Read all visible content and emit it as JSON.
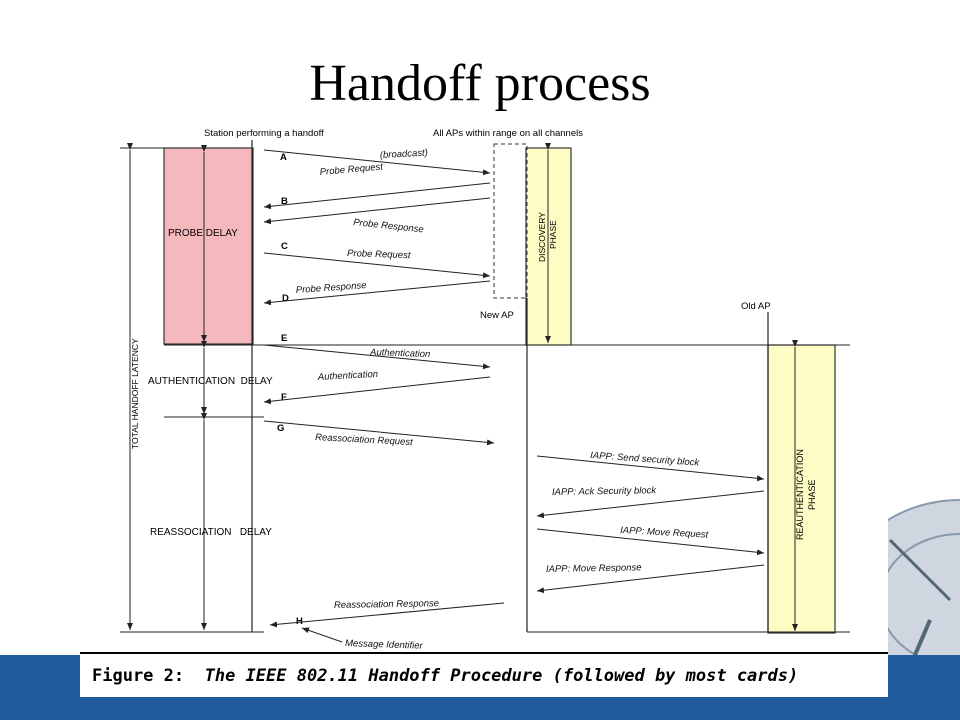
{
  "slide": {
    "title": "Handoff process"
  },
  "colors": {
    "footer_band": "#1f5a9c",
    "probe_delay_fill": "#f5b8bc",
    "phase_fill": "#fdfcc4",
    "line": "#222222"
  },
  "figure": {
    "header_station": "Station performing a handoff",
    "header_aps": "All APs within range on all channels",
    "label_new_ap": "New AP",
    "label_old_ap": "Old AP",
    "total_latency": "TOTAL HANDOFF LATENCY",
    "probe_delay": "PROBE DELAY",
    "auth_delay": "AUTHENTICATION  DELAY",
    "reassoc_delay": "REASSOCIATION   DELAY",
    "discovery_phase": [
      "DISCOVERY",
      "PHASE"
    ],
    "reauth_phase": [
      "REAUTHENTICATION",
      "PHASE"
    ],
    "markers": [
      "A",
      "B",
      "C",
      "D",
      "E",
      "F",
      "G",
      "H"
    ],
    "messages": {
      "broadcast": "(broadcast)",
      "probe_request_a": "Probe Request",
      "probe_response_b": "Probe Response",
      "probe_request_c": "Probe Request",
      "probe_response_d": "Probe Response",
      "auth_e": "Authentication",
      "auth_f": "Authentication",
      "reassoc_request": "Reassociation Request",
      "iapp_send": "IAPP: Send security block",
      "iapp_ack": "IAPP: Ack Security block",
      "iapp_move_req": "IAPP: Move Request",
      "iapp_move_resp": "IAPP: Move Response",
      "reassoc_response": "Reassociation Response",
      "message_identifier": "Message Identifier"
    }
  },
  "caption": {
    "prefix": "Figure 2:",
    "text": "The IEEE 802.11 Handoff Procedure (followed by most cards)"
  }
}
